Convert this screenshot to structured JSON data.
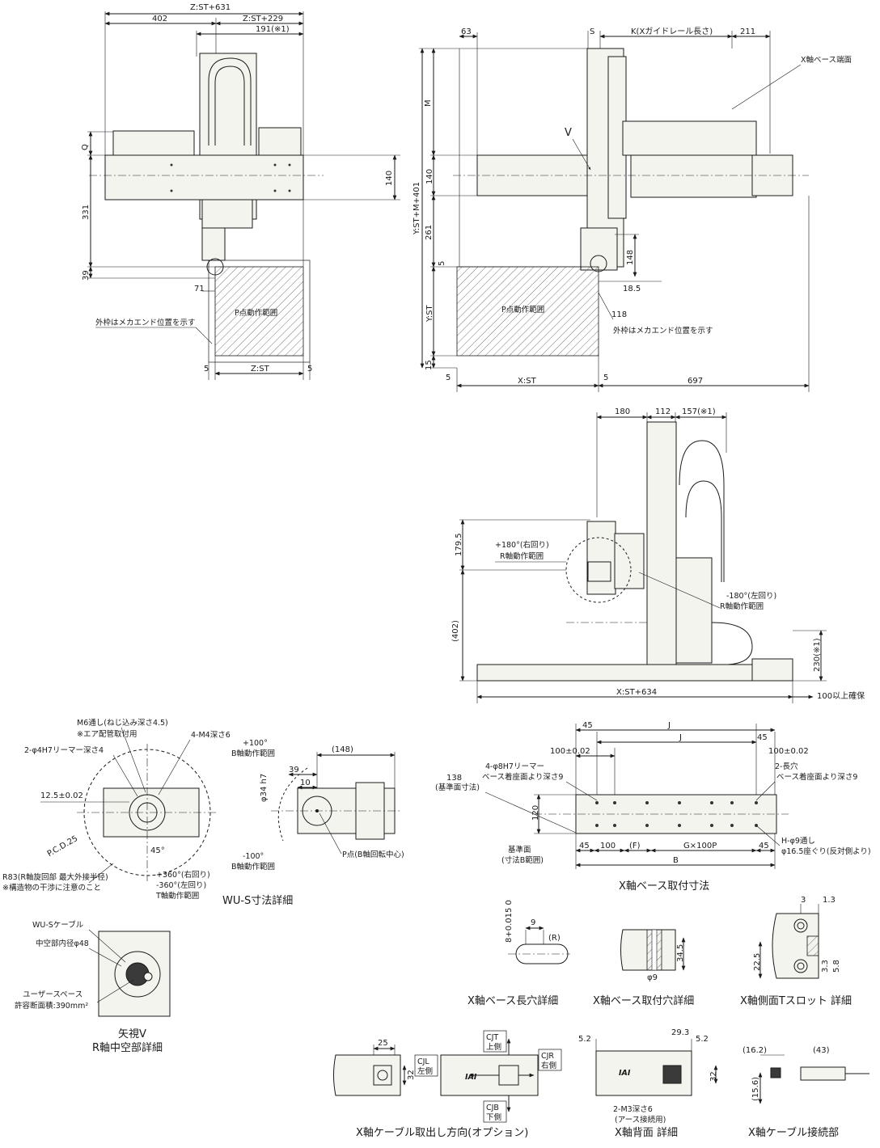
{
  "dimensions": {
    "top_z_total": "Z:ST+631",
    "d402": "402",
    "z_st_229": "Z:ST+229",
    "d191": "191(※1)",
    "q": "Q",
    "d140": "140",
    "d331": "331",
    "d39": "39",
    "d71": "71",
    "d5": "5",
    "z_st": "Z:ST",
    "d63": "63",
    "s": "S",
    "k_rail": "K(Xガイドレール長さ)",
    "d211": "211",
    "m": "M",
    "y_total": "Y:ST+M+401",
    "d261": "261",
    "y_st": "Y:ST",
    "d15": "15",
    "x_st": "X:ST",
    "d697": "697",
    "d148": "148",
    "d18_5": "18.5",
    "d118": "118",
    "d180": "180",
    "d112": "112",
    "d157": "157(※1)",
    "d179_5": "179.5",
    "d402p": "(402)",
    "d230": "230(※1)",
    "x_st_634": "X:ST+634",
    "clear100": "100以上確保",
    "d148p": "(148)",
    "d39b": "39",
    "d10": "10",
    "phi34": "φ34 h7",
    "d12_5": "12.5±0.02",
    "pcd": "P.C.D.25",
    "deg45": "45°",
    "d45": "45",
    "j": "J",
    "d100tol": "100±0.02",
    "d138": "138",
    "d120": "120",
    "d100": "100",
    "f": "(F)",
    "g100p": "G×100P",
    "b": "B",
    "d9": "9",
    "d8tol": "8+0.015 0",
    "r": "(R)",
    "d34_5": "34.5",
    "phi9": "φ9",
    "d3": "3",
    "d1_3": "1.3",
    "d22_5": "22.5",
    "d3_3": "3.3",
    "d5_8": "5.8",
    "d25": "25",
    "d32": "32",
    "d5_2": "5.2",
    "d29_3": "29.3",
    "d16_2": "(16.2)",
    "d43": "(43)",
    "d15_6": "(15.6)",
    "v": "V"
  },
  "labels": {
    "x_base_end": "X軸ベース端面",
    "p_range": "P点動作範囲",
    "outer_frame_left": "外枠はメカエンド位置を示す",
    "outer_frame_right": "外枠はメカエンド位置を示す",
    "r_range_pos": "+180°(右回り)",
    "r_range_pos2": "R軸動作範囲",
    "r_range_neg": "-180°(左回り)",
    "r_range_neg2": "R軸動作範囲",
    "m6": "M6通し(ねじ込み深さ4.5)",
    "m6b": "※エア配管取付用",
    "reamer": "2-φ4H7リーマー深さ4",
    "m4": "4-M4深さ6",
    "r83": "R83(R軸旋回部 最大外接半径)",
    "r83b": "※構造物の干渉に注意のこと",
    "t_range1": "+360°(右回り)",
    "t_range2": "-360°(左回り)",
    "t_range3": "T軸動作範囲",
    "b_pos1": "+100°",
    "b_pos2": "B軸動作範囲",
    "b_neg1": "-100°",
    "b_neg2": "B軸動作範囲",
    "p_point": "P点(B軸回転中心)",
    "wus_cable": "WU-Sケーブル",
    "hollow": "中空部内径φ48",
    "user_space1": "ユーザースペース",
    "user_space2": "許容断面積:390mm²",
    "reamer8": "4-φ8H7リーマー",
    "reamer8b": "ベース着座面より深さ9",
    "slot2": "2-長穴",
    "slot2b": "ベース着座面より深さ9",
    "ref138": "(基準面寸法)",
    "ref_plane": "基準面",
    "ref_plane2": "(寸法B範囲)",
    "h9": "H-φ9通し",
    "h9b": "φ16.5座ぐり(反対側より)",
    "cjt": "CJT",
    "cjt2": "上側",
    "cjl": "CJL",
    "cjl2": "左側",
    "cjr": "CJR",
    "cjr2": "右側",
    "cjb": "CJB",
    "cjb2": "下側",
    "m3": "2-M3深さ6",
    "m3b": "(アース接続用)",
    "logo": "IAI"
  },
  "captions": {
    "wus": "WU-S寸法詳細",
    "view_v1": "矢視V",
    "view_v2": "R軸中空部詳細",
    "x_mount": "X軸ベース取付寸法",
    "slot_detail": "X軸ベース長穴詳細",
    "hole_detail": "X軸ベース取付穴詳細",
    "tslot_detail": "X軸側面Tスロット 詳細",
    "cable_dir": "X軸ケーブル取出し方向(オプション)",
    "back_detail": "X軸背面 詳細",
    "cable_conn": "X軸ケーブル接続部"
  }
}
